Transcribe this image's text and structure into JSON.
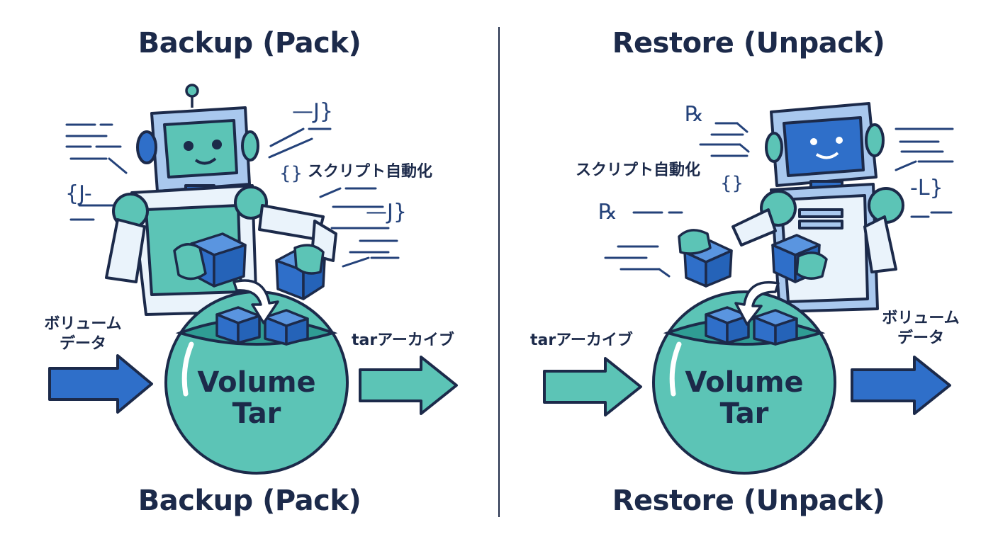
{
  "left": {
    "title_top": "Backup (Pack)",
    "title_bottom": "Backup (Pack)",
    "input_label_line1": "ボリューム",
    "input_label_line2": "データ",
    "output_label": "tarアーカイブ",
    "script_label": "スクリプト自動化",
    "orb_line1": "Volume",
    "orb_line2": "Tar",
    "code_snippets": [
      "—J}",
      "{}",
      "{J-",
      "—J}"
    ]
  },
  "right": {
    "title_top": "Restore (Unpack)",
    "title_bottom": "Restore (Unpack)",
    "input_label": "tarアーカイブ",
    "output_label_line1": "ボリューム",
    "output_label_line2": "データ",
    "script_label": "スクリプト自動化",
    "orb_line1": "Volume",
    "orb_line2": "Tar",
    "code_snippets": [
      "℞",
      "{}",
      "℞",
      "-L}"
    ]
  },
  "colors": {
    "navy": "#1c2a4a",
    "blue": "#2f6fc9",
    "teal": "#5cc4b6",
    "light_blue": "#a9c8ee",
    "pale": "#eaf3fb"
  }
}
